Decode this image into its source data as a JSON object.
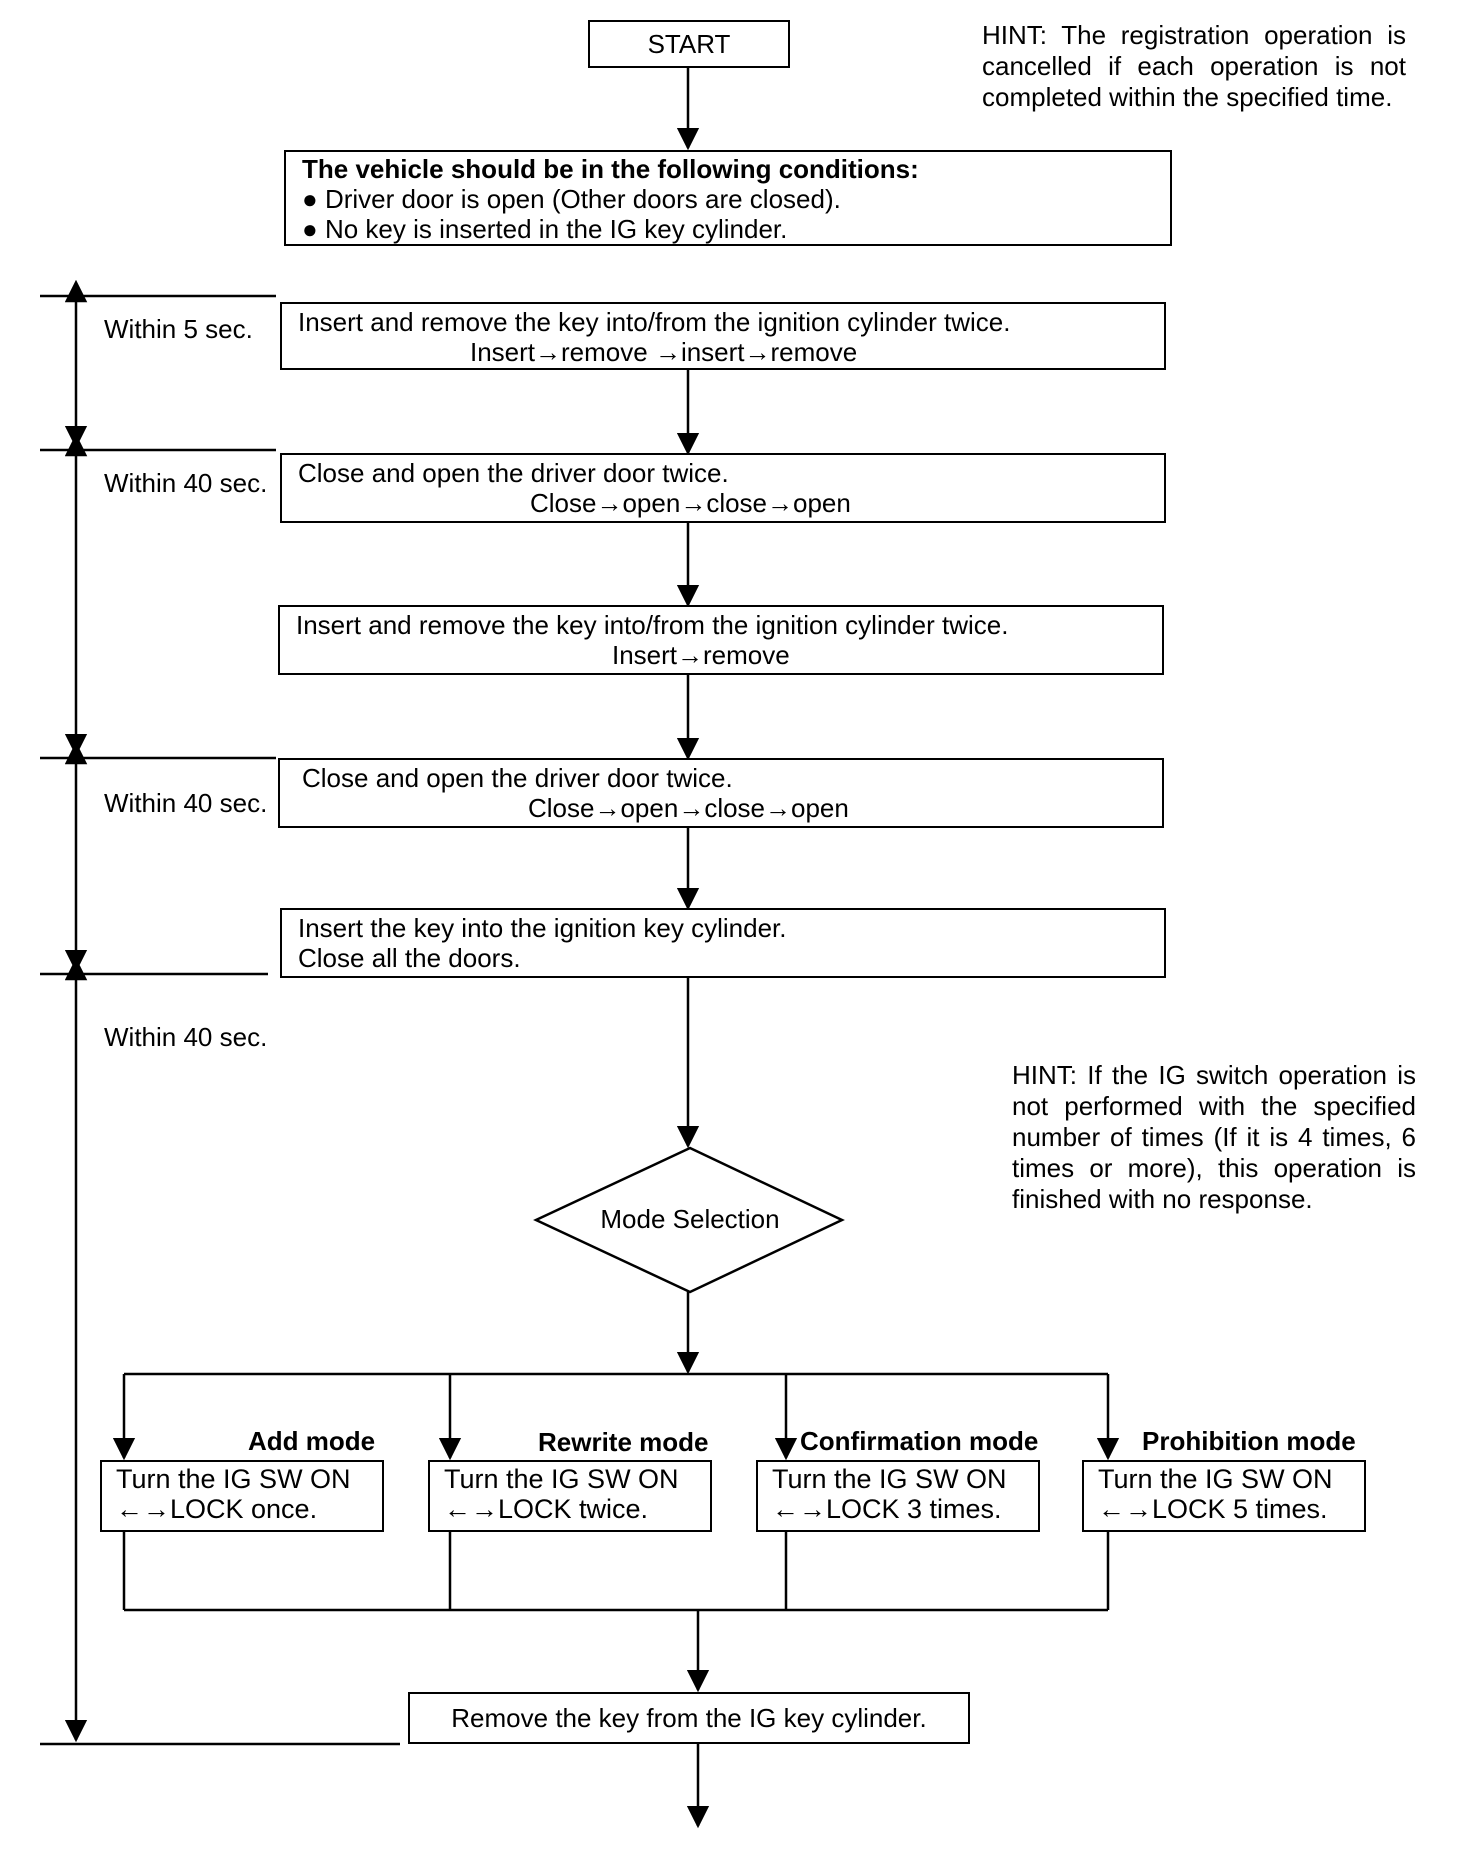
{
  "start": "START",
  "hint_top": "HINT: The registration operation is cancelled if each operation is not completed within the specified time.",
  "conditions": {
    "title": "The vehicle should be in the following conditions:",
    "items": [
      "Driver door is open (Other doors are closed).",
      "No key is inserted in the IG key cylinder."
    ]
  },
  "timings": [
    "Within 5 sec.",
    "Within 40 sec.",
    "Within 40 sec.",
    "Within 40 sec."
  ],
  "steps": [
    {
      "line1": "Insert and remove the key into/from the ignition cylinder twice.",
      "line2": "Insert→remove →insert→remove"
    },
    {
      "line1": "Close and open the driver door twice.",
      "line2": "Close→open→close→open"
    },
    {
      "line1": "Insert and remove the key into/from the ignition cylinder twice.",
      "line2": "Insert→remove"
    },
    {
      "line1": "Close and open the driver door twice.",
      "line2": "Close→open→close→open"
    },
    {
      "line1": "Insert the key into the ignition key cylinder.",
      "line2": "Close all the doors."
    }
  ],
  "hint_mid": "HINT: If the IG switch operation is not performed with the specified number of times (If it is 4 times, 6 times or more), this operation is finished with no response.",
  "decision": "Mode Selection",
  "modes": [
    {
      "name": "Add mode",
      "line1": "Turn the IG SW ON",
      "line2": "←→LOCK once."
    },
    {
      "name": "Rewrite mode",
      "line1": "Turn the IG SW ON",
      "line2": "←→LOCK twice."
    },
    {
      "name": "Confirmation mode",
      "line1": "Turn the IG SW ON",
      "line2": "←→LOCK 3 times."
    },
    {
      "name": "Prohibition mode",
      "line1": "Turn the IG SW ON",
      "line2": "←→LOCK 5 times."
    }
  ],
  "final_step": "Remove the key from the IG key cylinder."
}
